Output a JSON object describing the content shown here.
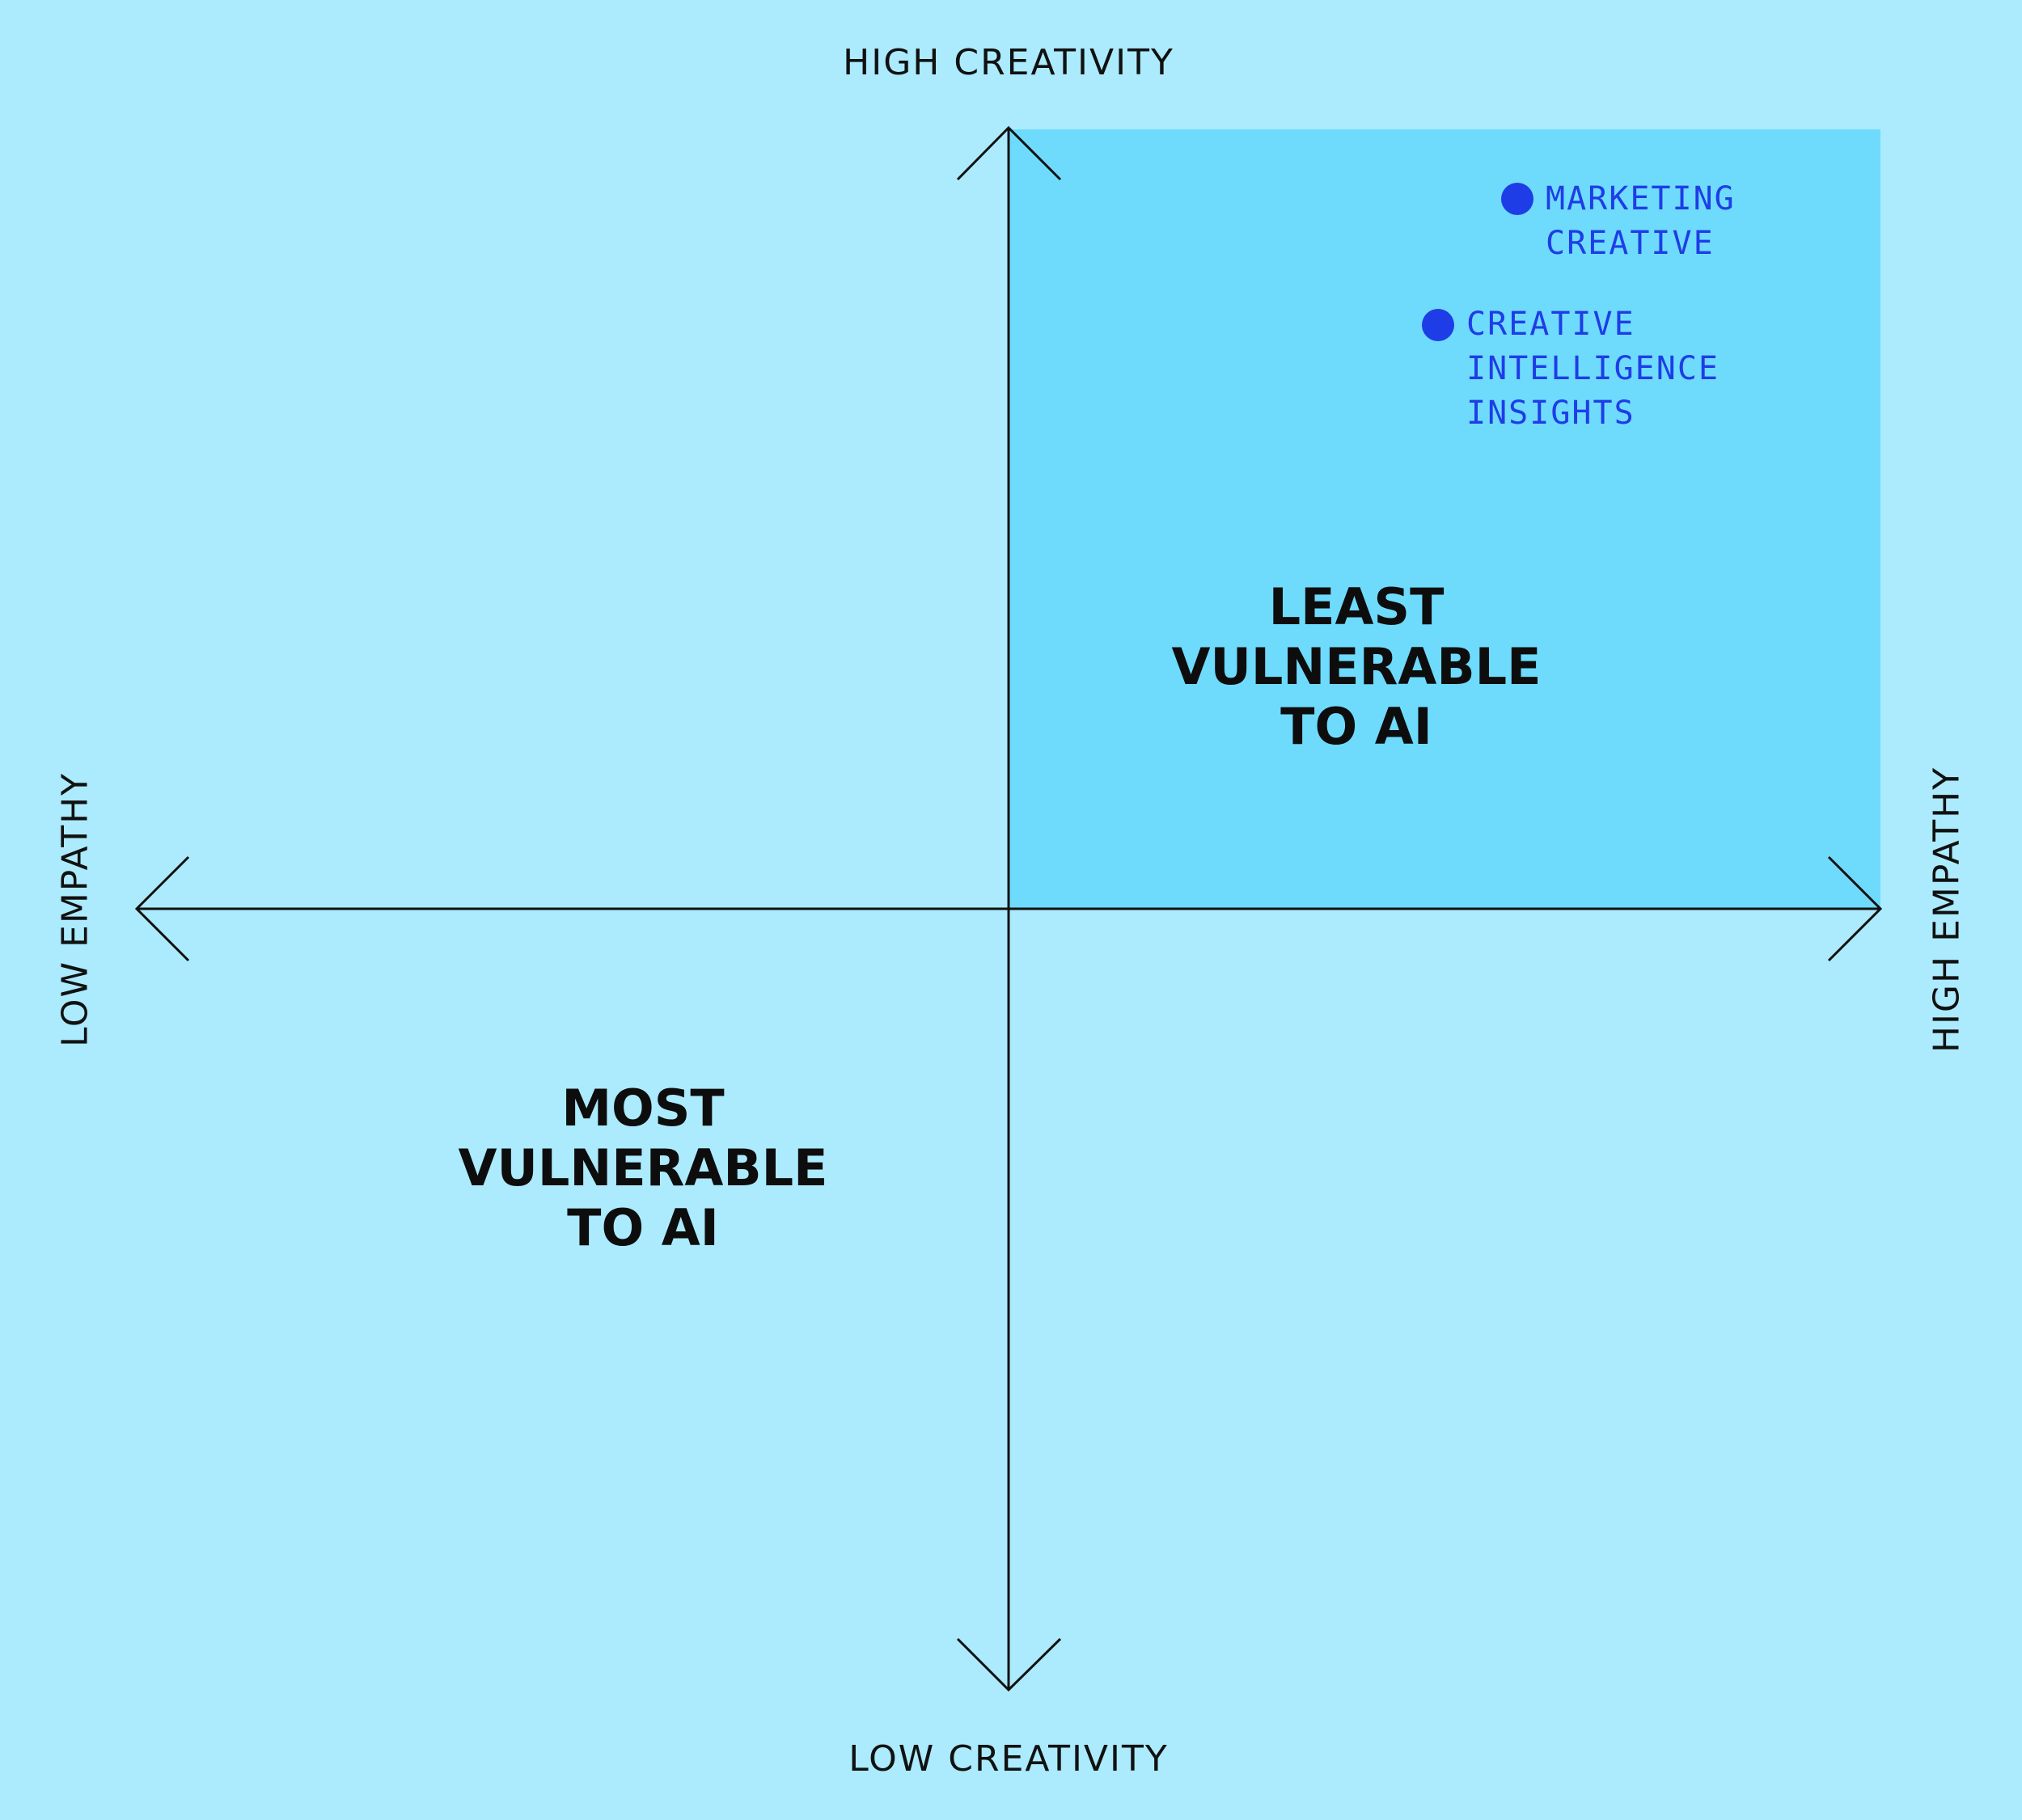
{
  "axes": {
    "top": "HIGH CREATIVITY",
    "bottom": "LOW CREATIVITY",
    "left": "LOW EMPATHY",
    "right": "HIGH EMPATHY"
  },
  "quadrants": {
    "least": {
      "lines": [
        "LEAST",
        "VULNERABLE",
        "TO AI"
      ]
    },
    "most": {
      "lines": [
        "MOST",
        "VULNERABLE",
        "TO AI"
      ]
    }
  },
  "points": [
    {
      "lines": [
        "MARKETING",
        "CREATIVE"
      ]
    },
    {
      "lines": [
        "CREATIVE",
        "INTELLIGENCE",
        "INSIGHTS"
      ]
    }
  ],
  "colors": {
    "background": "#ABEBFD",
    "highlight_quadrant": "#6EDBFD",
    "axis": "#111111",
    "point": "#1F3DE6"
  }
}
